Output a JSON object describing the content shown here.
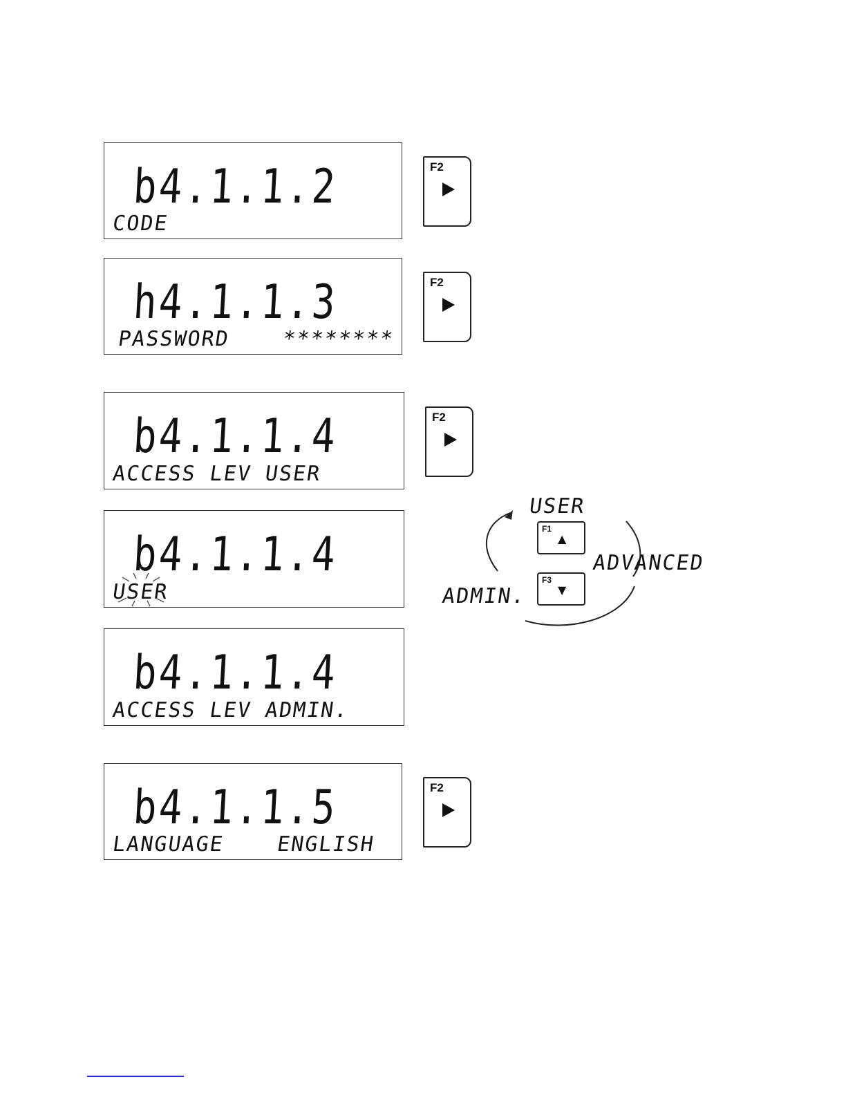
{
  "screens": [
    {
      "code": "b4.1.1.2",
      "label": "CODE",
      "value": ""
    },
    {
      "code": "h4.1.1.3",
      "label": "PASSWORD",
      "value": "********"
    },
    {
      "code": "b4.1.1.4",
      "label": "ACCESS LEV USER",
      "value": ""
    },
    {
      "code": "b4.1.1.4",
      "label": "USER",
      "value": ""
    },
    {
      "code": "b4.1.1.4",
      "label": "ACCESS LEV ADMIN.",
      "value": ""
    },
    {
      "code": "b4.1.1.5",
      "label": "LANGUAGE",
      "value": "ENGLISH"
    }
  ],
  "keys": {
    "f2_label": "F2",
    "f1_label": "F1",
    "f3_label": "F3",
    "up_glyph": "▲",
    "down_glyph": "▼"
  },
  "cycle": {
    "options": [
      "USER",
      "ADVANCED",
      "ADMIN."
    ]
  },
  "icons": {
    "right": "arrow-right-icon",
    "up": "arrow-up-icon",
    "down": "arrow-down-icon"
  }
}
